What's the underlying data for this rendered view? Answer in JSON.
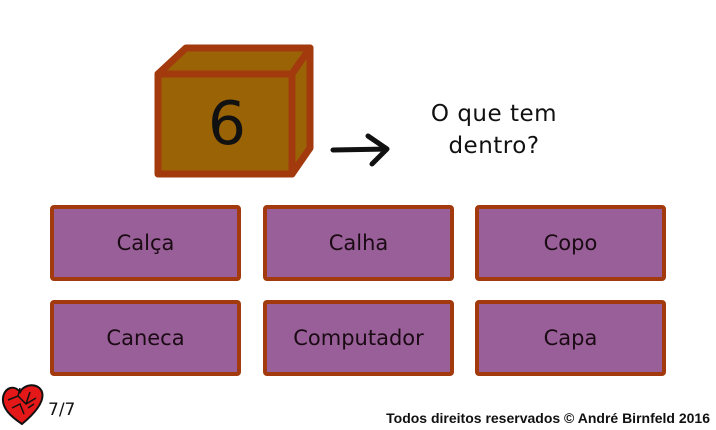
{
  "puzzle": {
    "box_number": "6",
    "question_line1": "O que tem",
    "question_line2": "dentro?",
    "colors": {
      "box_fill": "#9a6406",
      "box_border": "#a23a0e"
    }
  },
  "options": [
    {
      "label": "Calça"
    },
    {
      "label": "Calha"
    },
    {
      "label": "Copo"
    },
    {
      "label": "Caneca"
    },
    {
      "label": "Computador"
    },
    {
      "label": "Capa"
    }
  ],
  "option_colors": {
    "fill": "#995f98",
    "border": "#a23a0e"
  },
  "status": {
    "icon": "heart-icon",
    "lives": "7/7"
  },
  "footer": {
    "copyright": "Todos direitos reservados © André Birnfeld 2016"
  }
}
